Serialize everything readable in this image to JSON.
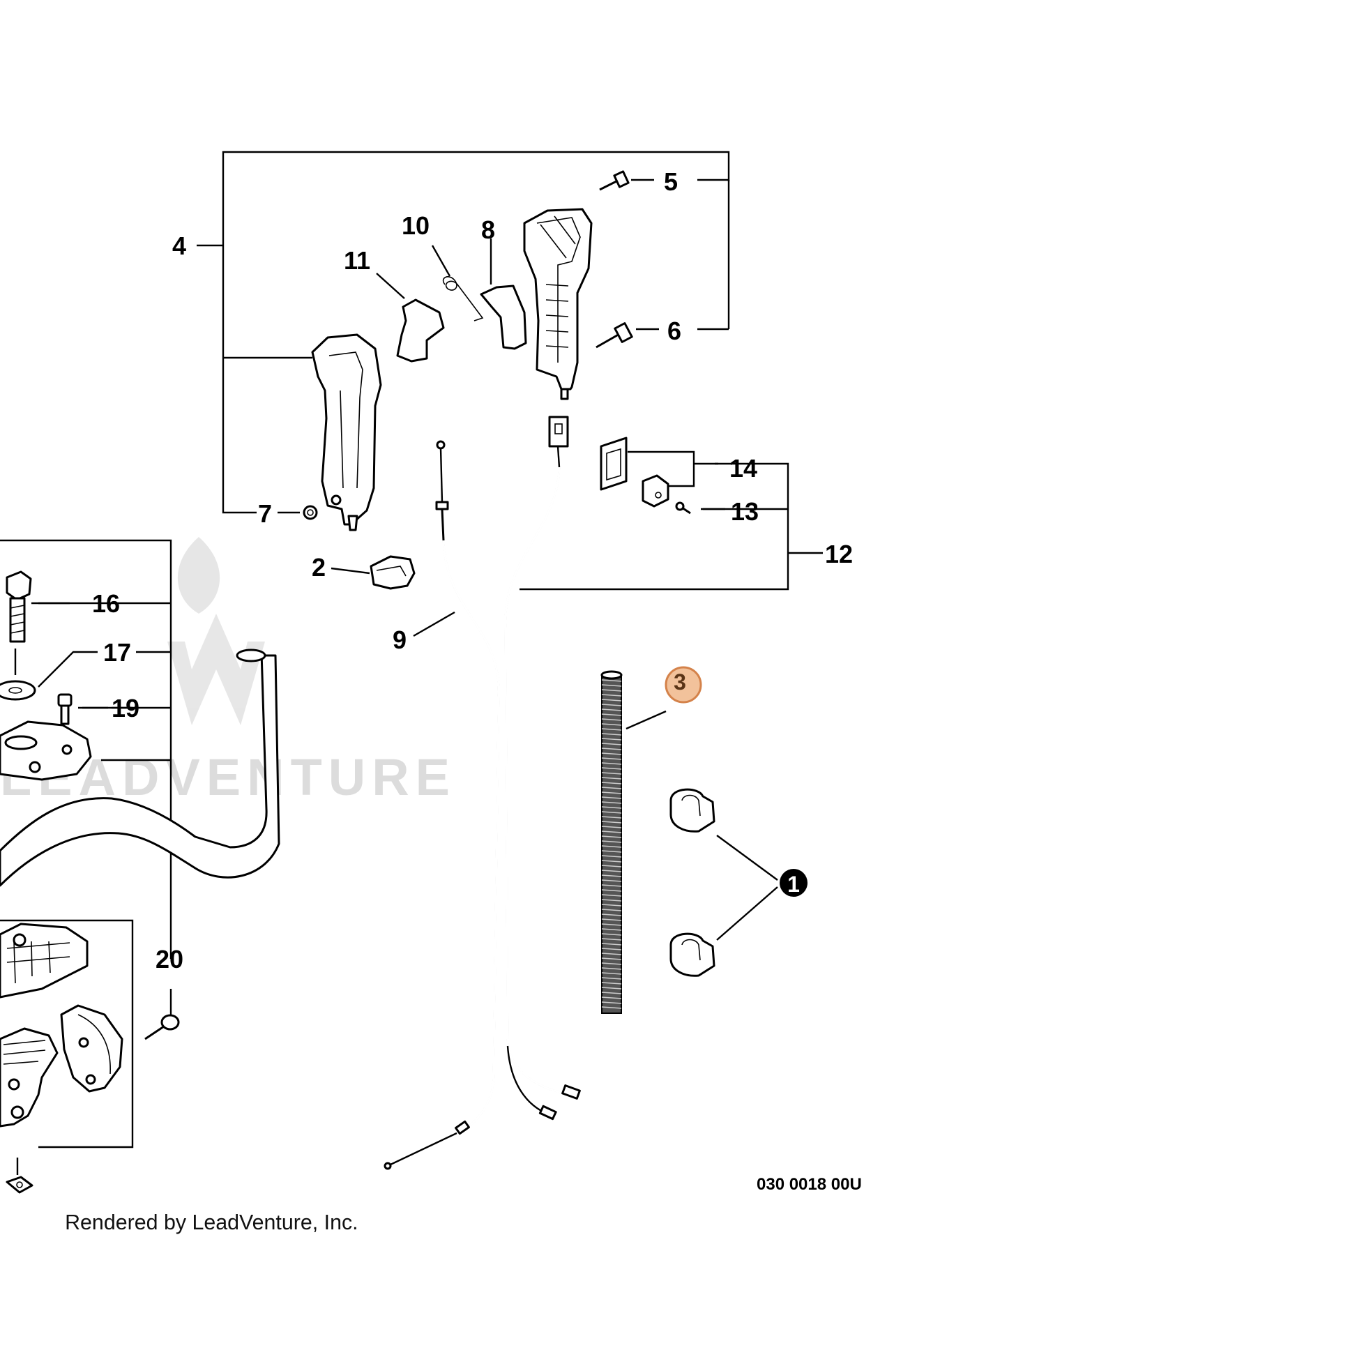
{
  "diagram": {
    "labels": [
      "1",
      "2",
      "3",
      "4",
      "5",
      "6",
      "7",
      "8",
      "9",
      "10",
      "11",
      "12",
      "13",
      "14",
      "16",
      "17",
      "19",
      "20"
    ],
    "highlighted_label": "3",
    "highlight_color": "#f2c29b",
    "highlight_border": "#d4824a",
    "reference_code": "030 0018 00U",
    "credit": "Rendered by LeadVenture, Inc.",
    "watermark": "LEADVENTURE"
  }
}
